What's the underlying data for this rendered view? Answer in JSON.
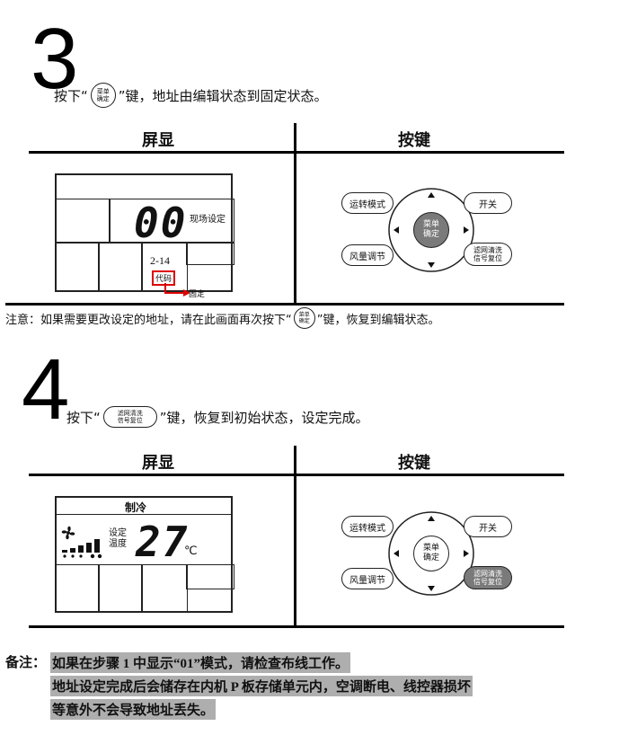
{
  "step3": {
    "number": "3",
    "instruction_pre": "按下“",
    "instruction_post": "”键，地址由编辑状态到固定状态。",
    "inline_button_line1": "菜单",
    "inline_button_line2": "确定",
    "header_display": "屏显",
    "header_keys": "按键",
    "lcd_digits": "00",
    "lcd_field_label": "现场设定",
    "lcd_code_value": "2-14",
    "lcd_code_label": "代码",
    "arrow_label": "固定",
    "remote": {
      "mode": "运转模式",
      "power": "开关",
      "fan": "风量调节",
      "reset_line1": "滤网清洗",
      "reset_line2": "信号复位",
      "center_line1": "菜单",
      "center_line2": "确定"
    },
    "note_pre": "注意：如果需要更改设定的地址，请在此画面再次按下“",
    "note_post": "”键，恢复到编辑状态。"
  },
  "step4": {
    "number": "4",
    "instruction_pre": "按下“",
    "instruction_post": "”键，恢复到初始状态，设定完成。",
    "inline_button_line1": "滤网清洗",
    "inline_button_line2": "信号复位",
    "header_display": "屏显",
    "header_keys": "按键",
    "lcd_mode": "制冷",
    "lcd_set_line1": "设定",
    "lcd_set_line2": "温度",
    "lcd_temp": "27",
    "lcd_unit": "℃",
    "remote": {
      "mode": "运转模式",
      "power": "开关",
      "fan": "风量调节",
      "reset_line1": "滤网清洗",
      "reset_line2": "信号复位",
      "center_line1": "菜单",
      "center_line2": "确定"
    }
  },
  "remarks": {
    "label": "备注：",
    "line1": "如果在步骤 1 中显示“01”模式，请检查布线工作。",
    "line2": "地址设定完成后会储存在内机 P 板存储单元内，空调断电、线控器损坏",
    "line3": "等意外不会导致地址丢失。"
  }
}
